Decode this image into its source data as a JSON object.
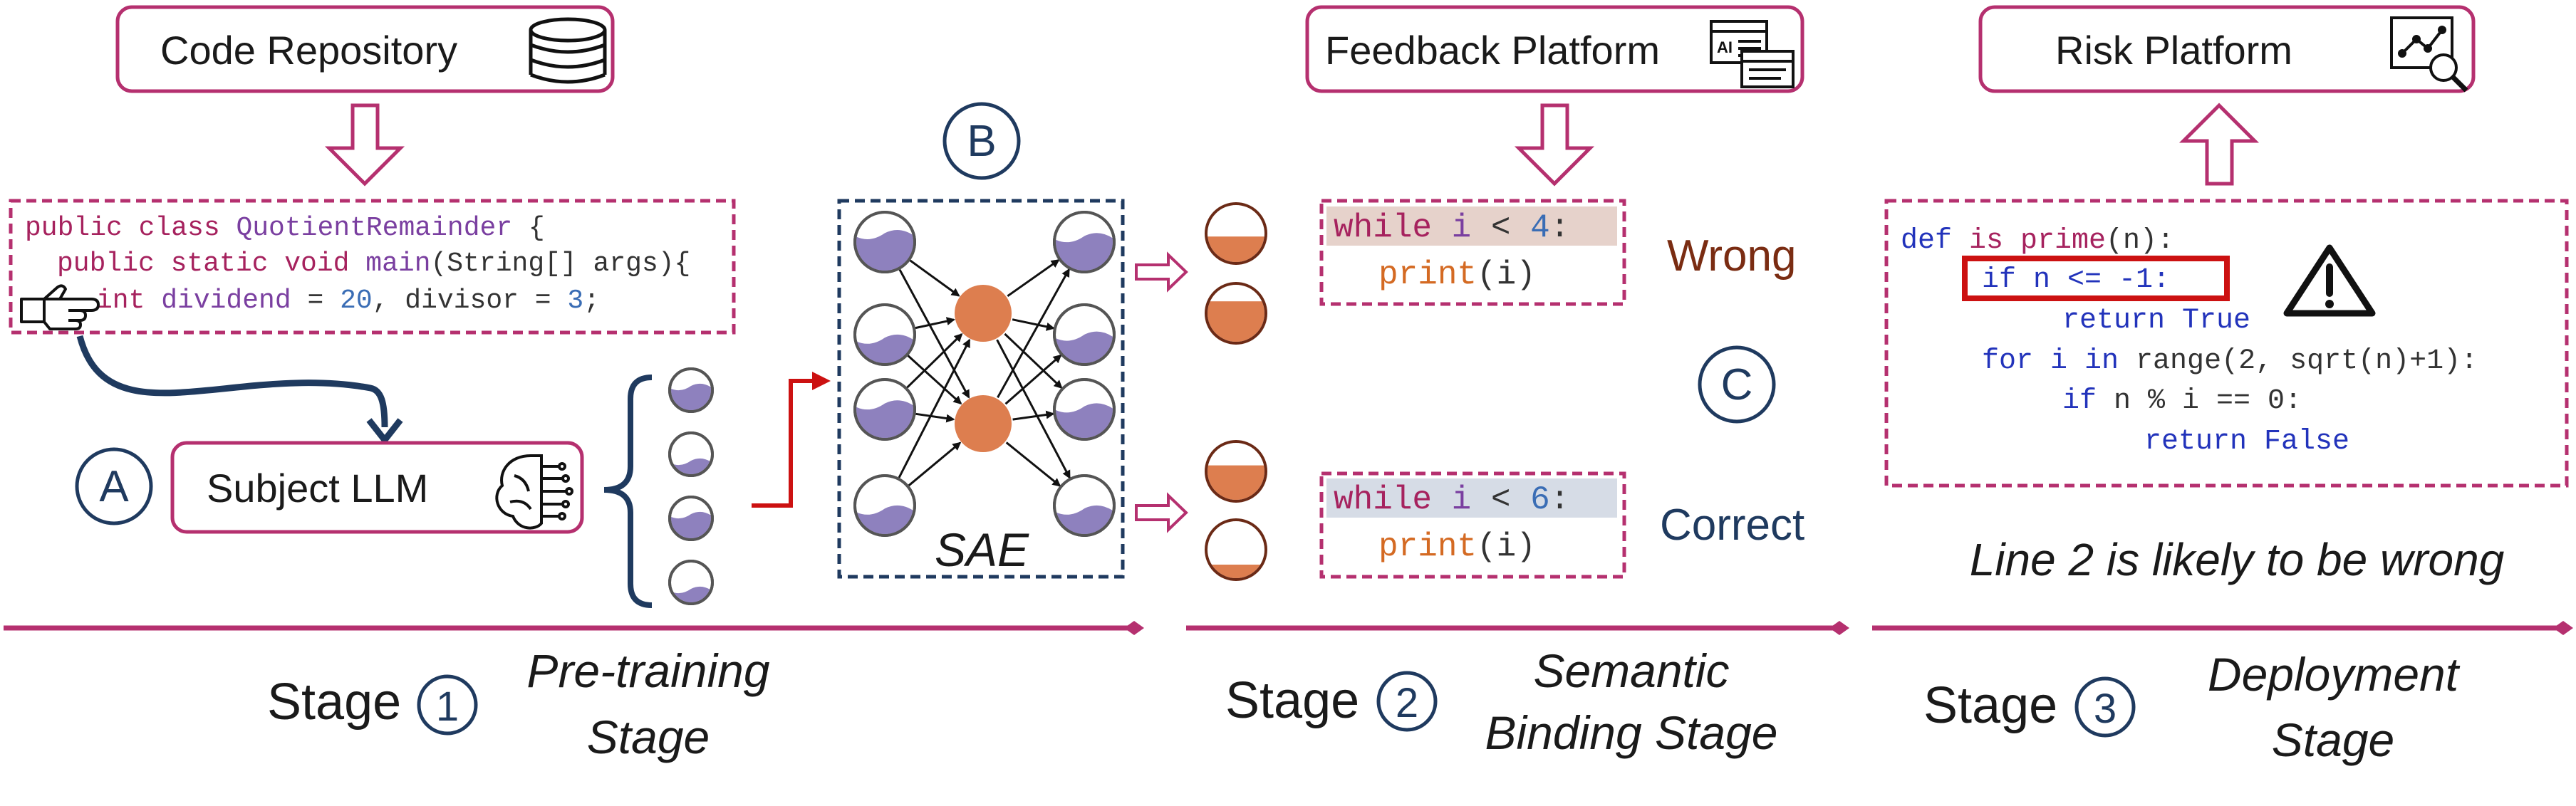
{
  "colors": {
    "magenta": "#B5306F",
    "navy": "#1F3A5F",
    "purple": "#8E81BE",
    "orange": "#DD7E4F",
    "red": "#CC1111",
    "code_keyword": "#A6225E",
    "code_name": "#7A3FA0",
    "code_blue": "#2233BB",
    "code_num": "#3A6DB5",
    "code_orange": "#D46A23",
    "wrong_text": "#7A2C12",
    "correct_text": "#1F3A5F"
  },
  "boxes": {
    "code_repository": {
      "label": "Code Repository",
      "icon": "database-icon"
    },
    "subject_llm": {
      "label": "Subject LLM",
      "icon": "brain-chip-icon"
    },
    "feedback_platform": {
      "label": "Feedback Platform",
      "icon": "ai-window-icon"
    },
    "risk_platform": {
      "label": "Risk Platform",
      "icon": "chart-magnifier-icon"
    }
  },
  "markers": {
    "a": "A",
    "b": "B",
    "c": "C"
  },
  "java_code": {
    "line1": {
      "keyword": "public class ",
      "name": "QuotientRemainder",
      "rest": " {"
    },
    "line2": {
      "keyword": "public static void ",
      "name": "main",
      "rest": "(String[] args){"
    },
    "line3": {
      "keyword": "int ",
      "name": "dividend",
      "eq": " = ",
      "num1": "20",
      "mid": ", divisor = ",
      "num2": "3",
      "end": ";"
    }
  },
  "sae_label": "SAE",
  "snippets": {
    "wrong": {
      "kw": "while ",
      "var": "i",
      "op": " < ",
      "num": "4",
      "colon": ":",
      "print": "print",
      "arg": "(i)"
    },
    "correct": {
      "kw": "while ",
      "var": "i",
      "op": " < ",
      "num": "6",
      "colon": ":",
      "print": "print",
      "arg": "(i)"
    }
  },
  "labels": {
    "wrong": "Wrong",
    "correct": "Correct"
  },
  "python_code": {
    "line1": {
      "kw": "def ",
      "name": "is prime",
      "rest": "(n):"
    },
    "line2": {
      "text": "if n <= -1:"
    },
    "line3": {
      "text": "return True"
    },
    "line4": {
      "kw": "for ",
      "rest": "i in ",
      "fn": "range",
      "rest2": "(2, sqrt(n)+1):"
    },
    "line5": {
      "kw": "if ",
      "rest": "n % i == 0:"
    },
    "line6": {
      "text": "return False"
    }
  },
  "warning_icon": "warning-icon",
  "caption": "Line 2 is likely to be wrong",
  "stages": [
    {
      "word": "Stage",
      "number": "1",
      "name_line1": "Pre-training",
      "name_line2": "Stage"
    },
    {
      "word": "Stage",
      "number": "2",
      "name_line1": "Semantic",
      "name_line2": "Binding Stage"
    },
    {
      "word": "Stage",
      "number": "3",
      "name_line1": "Deployment",
      "name_line2": "Stage"
    }
  ]
}
